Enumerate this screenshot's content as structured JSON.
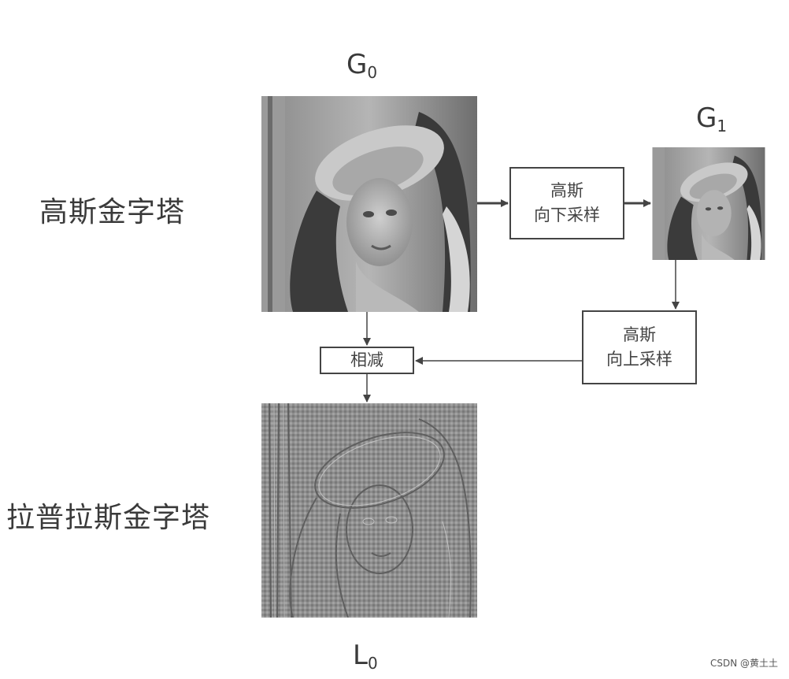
{
  "labels": {
    "gaussian_pyramid": "高斯金字塔",
    "laplacian_pyramid": "拉普拉斯金字塔"
  },
  "nodes": {
    "g0": {
      "main": "G",
      "sub": "0"
    },
    "g1": {
      "main": "G",
      "sub": "1"
    },
    "l0": {
      "main": "L",
      "sub": "0"
    }
  },
  "boxes": {
    "downsample": {
      "line1": "高斯",
      "line2": "向下采样"
    },
    "upsample": {
      "line1": "高斯",
      "line2": "向上采样"
    },
    "subtract": {
      "label": "相减"
    }
  },
  "footer": {
    "watermark": "CSDN @黄土土"
  },
  "colors": {
    "stroke": "#444444",
    "text": "#3a3a3a"
  }
}
